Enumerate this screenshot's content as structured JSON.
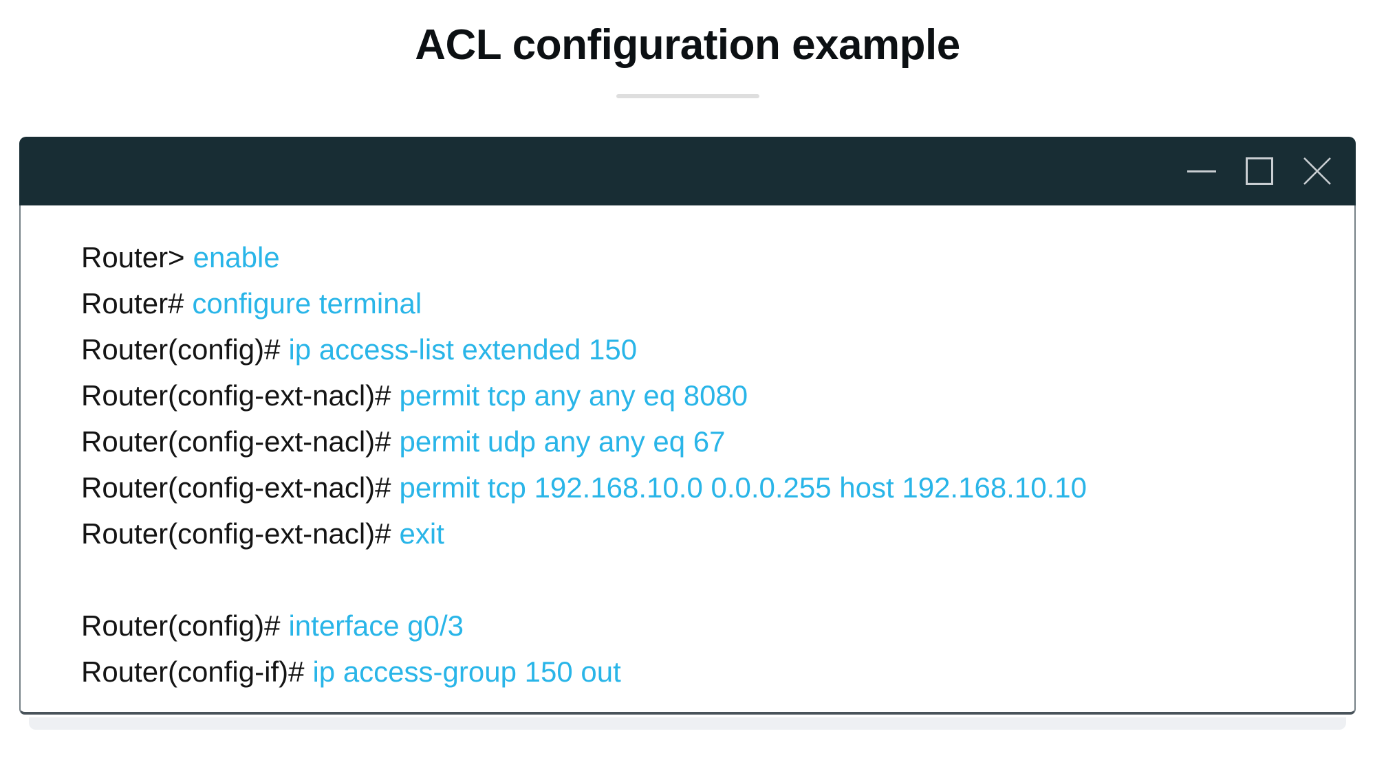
{
  "header": {
    "title": "ACL configuration example"
  },
  "window": {
    "controls": {
      "minimize_icon": "minimize-icon",
      "maximize_icon": "maximize-icon",
      "close_icon": "close-icon"
    },
    "terminal_lines": [
      {
        "prompt": "Router>",
        "command": "enable"
      },
      {
        "prompt": "Router#",
        "command": "configure terminal"
      },
      {
        "prompt": "Router(config)#",
        "command": "ip access-list extended 150"
      },
      {
        "prompt": "Router(config-ext-nacl)#",
        "command": "permit tcp any any eq 8080"
      },
      {
        "prompt": "Router(config-ext-nacl)#",
        "command": "permit udp any any eq 67"
      },
      {
        "prompt": "Router(config-ext-nacl)#",
        "command": "permit tcp 192.168.10.0 0.0.0.255 host 192.168.10.10"
      },
      {
        "prompt": "Router(config-ext-nacl)#",
        "command": "exit"
      },
      {
        "prompt": "",
        "command": "",
        "blank": true
      },
      {
        "prompt": "Router(config)#",
        "command": "interface g0/3"
      },
      {
        "prompt": "Router(config-if)#",
        "command": "ip access-group 150 out"
      }
    ]
  },
  "colors": {
    "title_text": "#0c1013",
    "divider": "#dedede",
    "titlebar_bg": "#182d34",
    "controls": "#c9ced2",
    "prompt_text": "#141414",
    "command_accent": "#29b5e8",
    "shadow_band": "#eef0f3",
    "bottom_bar": "#15262d"
  }
}
